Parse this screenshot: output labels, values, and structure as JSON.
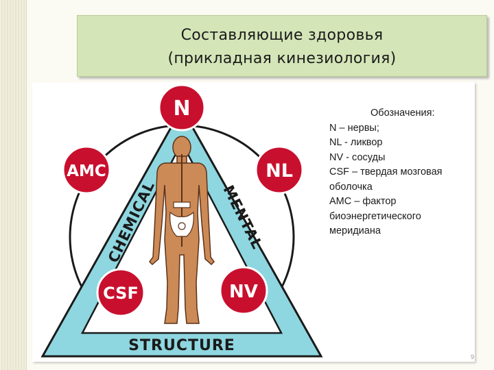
{
  "title": {
    "line1": "Составляющие здоровья",
    "line2": "(прикладная кинезиология)"
  },
  "diagram": {
    "nodes": {
      "n": "N",
      "nl": "NL",
      "amc": "AMC",
      "csf": "CSF",
      "nv": "NV"
    },
    "sides": {
      "left": "CHEMICAL",
      "right": "MENTAL",
      "bottom": "STRUCTURE"
    },
    "colors": {
      "triangle": "#8ed6e0",
      "node": "#c8102e",
      "body": "#cc8a57"
    }
  },
  "legend": {
    "title": "Обозначения:",
    "lines": [
      "N – нервы;",
      "NL - ликвор",
      "NV - сосуды",
      "CSF – твердая мозговая",
      "оболочка",
      "AMC – фактор",
      "биоэнергетического",
      "меридиана"
    ]
  },
  "page_number": "9"
}
